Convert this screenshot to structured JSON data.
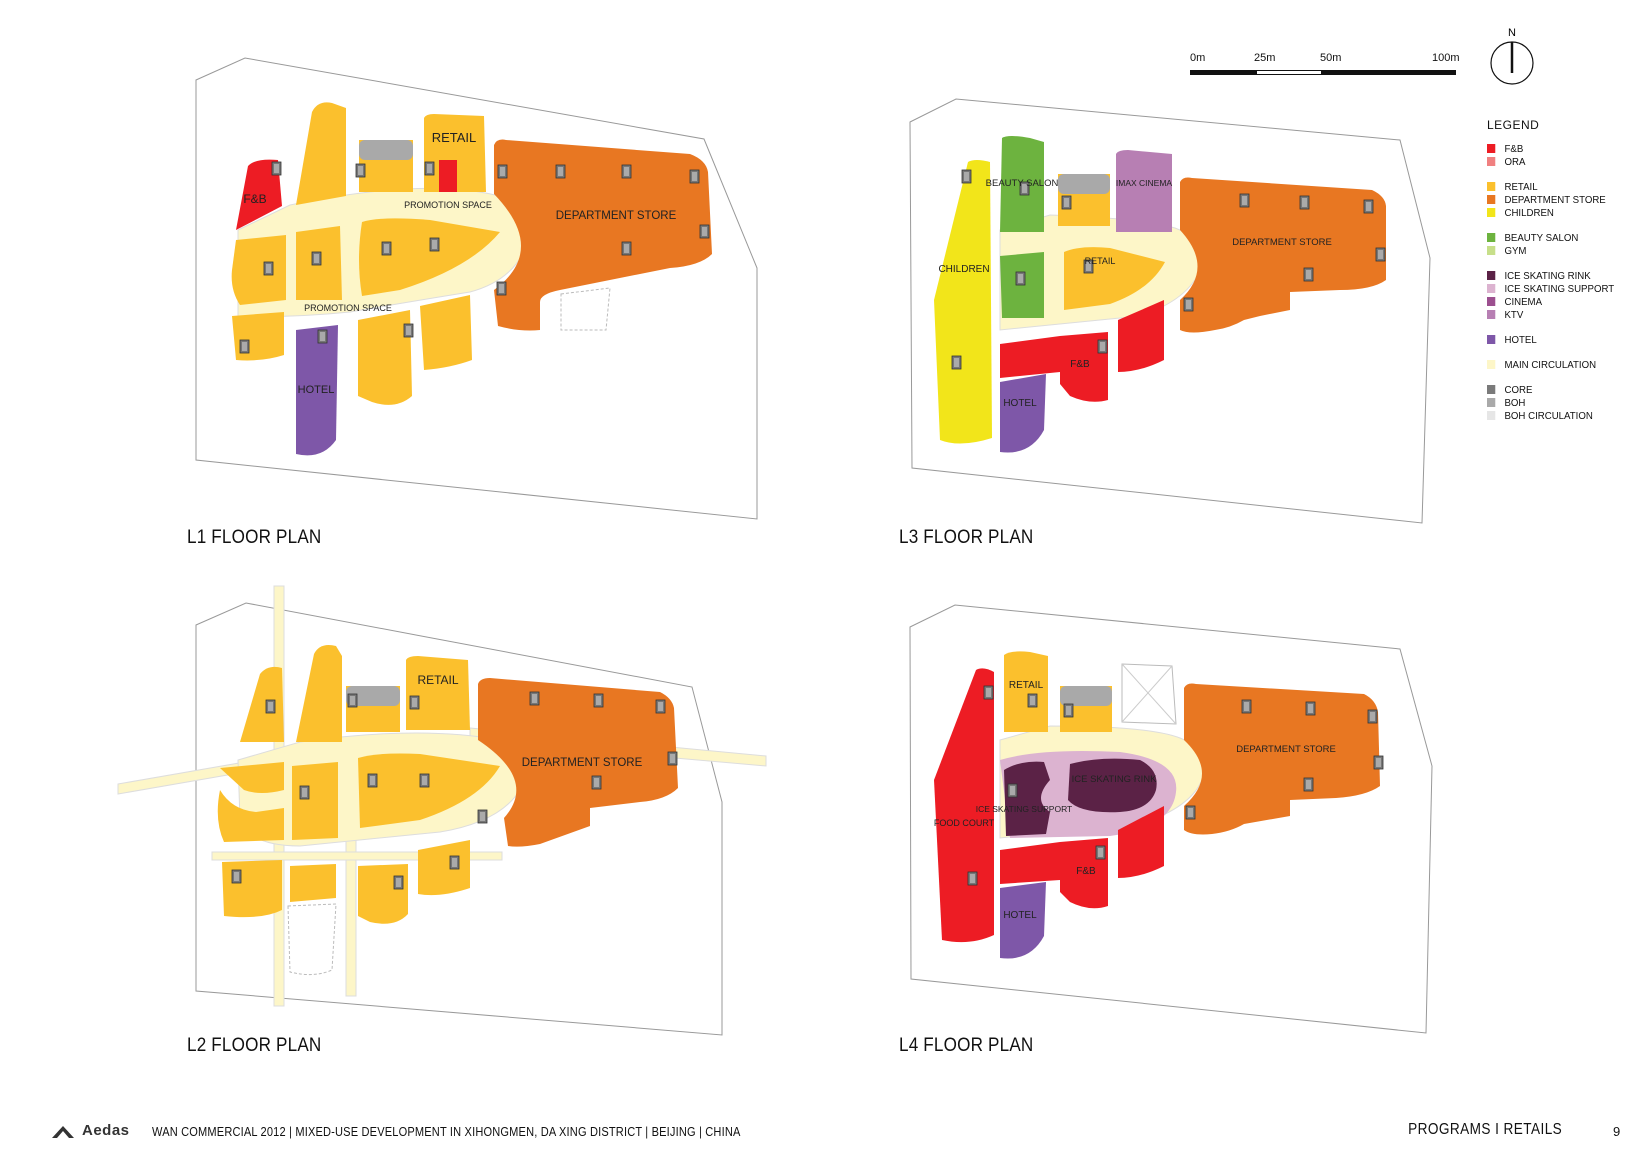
{
  "scale_bar": {
    "ticks": [
      "0m",
      "25m",
      "50m",
      "100m"
    ]
  },
  "north": "N",
  "legend": {
    "title": "LEGEND",
    "groups": [
      [
        {
          "label": "F&B",
          "color": "#ed1c24"
        },
        {
          "label": "ORA",
          "color": "#f08080"
        }
      ],
      [
        {
          "label": "RETAIL",
          "color": "#fbc02d"
        },
        {
          "label": "DEPARTMENT STORE",
          "color": "#e87722"
        },
        {
          "label": "CHILDREN",
          "color": "#f2e51a"
        }
      ],
      [
        {
          "label": "BEAUTY SALON",
          "color": "#6db33f"
        },
        {
          "label": "GYM",
          "color": "#c7df8a"
        }
      ],
      [
        {
          "label": "ICE SKATING RINK",
          "color": "#5b2246"
        },
        {
          "label": "ICE SKATING SUPPORT",
          "color": "#dcb3d0"
        },
        {
          "label": "CINEMA",
          "color": "#9c4f8f"
        },
        {
          "label": "KTV",
          "color": "#b77fb3"
        }
      ],
      [
        {
          "label": "HOTEL",
          "color": "#7e57a8"
        }
      ],
      [
        {
          "label": "MAIN CIRCULATION",
          "color": "#fdf6c8"
        }
      ],
      [
        {
          "label": "CORE",
          "color": "#7a7a7a"
        },
        {
          "label": "BOH",
          "color": "#a9a9a9"
        },
        {
          "label": "BOH CIRCULATION",
          "color": "#e6e6e6"
        }
      ]
    ]
  },
  "plans": {
    "l1": {
      "title": "L1 FLOOR PLAN",
      "labels": {
        "fb": "F&B",
        "retail": "RETAIL",
        "promo1": "PROMOTION SPACE",
        "promo2": "PROMOTION SPACE",
        "dept": "DEPARTMENT STORE",
        "hotel": "HOTEL"
      }
    },
    "l2": {
      "title": "L2 FLOOR PLAN",
      "labels": {
        "retail": "RETAIL",
        "dept": "DEPARTMENT STORE"
      }
    },
    "l3": {
      "title": "L3 FLOOR PLAN",
      "labels": {
        "beauty": "BEAUTY SALON",
        "imax": "IMAX CINEMA",
        "children": "CHILDREN",
        "retail": "RETAIL",
        "dept": "DEPARTMENT STORE",
        "fb": "F&B",
        "hotel": "HOTEL"
      }
    },
    "l4": {
      "title": "L4 FLOOR PLAN",
      "labels": {
        "retail": "RETAIL",
        "dept": "DEPARTMENT STORE",
        "rink": "ICE SKATING RINK",
        "support": "ICE SKATING SUPPORT",
        "food": "FOOD COURT",
        "fb": "F&B",
        "hotel": "HOTEL"
      }
    }
  },
  "footer": {
    "logo": "Aedas",
    "project": "WAN COMMERCIAL 2012 | MIXED-USE DEVELOPMENT IN XIHONGMEN, DA XING DISTRICT | BEIJING | CHINA",
    "section": "PROGRAMS  I  RETAILS",
    "page": "9"
  },
  "colors": {
    "fb": "#ed1c24",
    "retail": "#fbc02d",
    "dept": "#e87722",
    "children": "#f2e51a",
    "beauty": "#6db33f",
    "rink": "#5b2246",
    "support": "#dcb3d0",
    "imax": "#b77fb3",
    "hotel": "#7e57a8",
    "circulation": "#fdf6c8",
    "core": "#7a7a7a",
    "boh": "#a9a9a9"
  }
}
